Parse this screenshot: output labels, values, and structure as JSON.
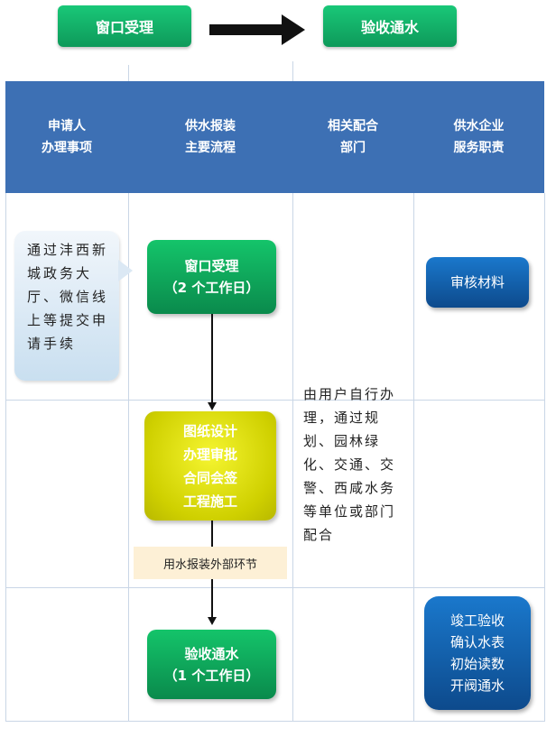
{
  "banner": {
    "from": "窗口受理",
    "to": "验收通水"
  },
  "columns": [
    {
      "line1": "申请人",
      "line2": "办理事项"
    },
    {
      "line1": "供水报装",
      "line2": "主要流程"
    },
    {
      "line1": "相关配合",
      "line2": "部门"
    },
    {
      "line1": "供水企业",
      "line2": "服务职责"
    }
  ],
  "applicant_note": "通过沣西新城政务大厅、微信线上等提交申请手续",
  "flow": {
    "step1": {
      "line1": "窗口受理",
      "line2": "（2 个工作日）"
    },
    "step2": {
      "line1": "图纸设计",
      "line2": "办理审批",
      "line3": "合同会签",
      "line4": "工程施工"
    },
    "external_label": "用水报装外部环节",
    "step3": {
      "line1": "验收通水",
      "line2": "（1 个工作日）"
    }
  },
  "departments_note": "由用户自行办理，通过规划、园林绿化、交通、交警、西咸水务等单位或部门配合",
  "service": {
    "review": "审核材料",
    "completion": {
      "line1": "竣工验收",
      "line2": "确认水表",
      "line3": "初始读数",
      "line4": "开阀通水"
    }
  },
  "colors": {
    "header_blue": "#3d70b4",
    "green": "#0e9a5a",
    "yellow": "#e2e200",
    "blue_box": "#1264b0",
    "callout": "#dbe8f4",
    "external_bg": "#fdf0d6"
  }
}
